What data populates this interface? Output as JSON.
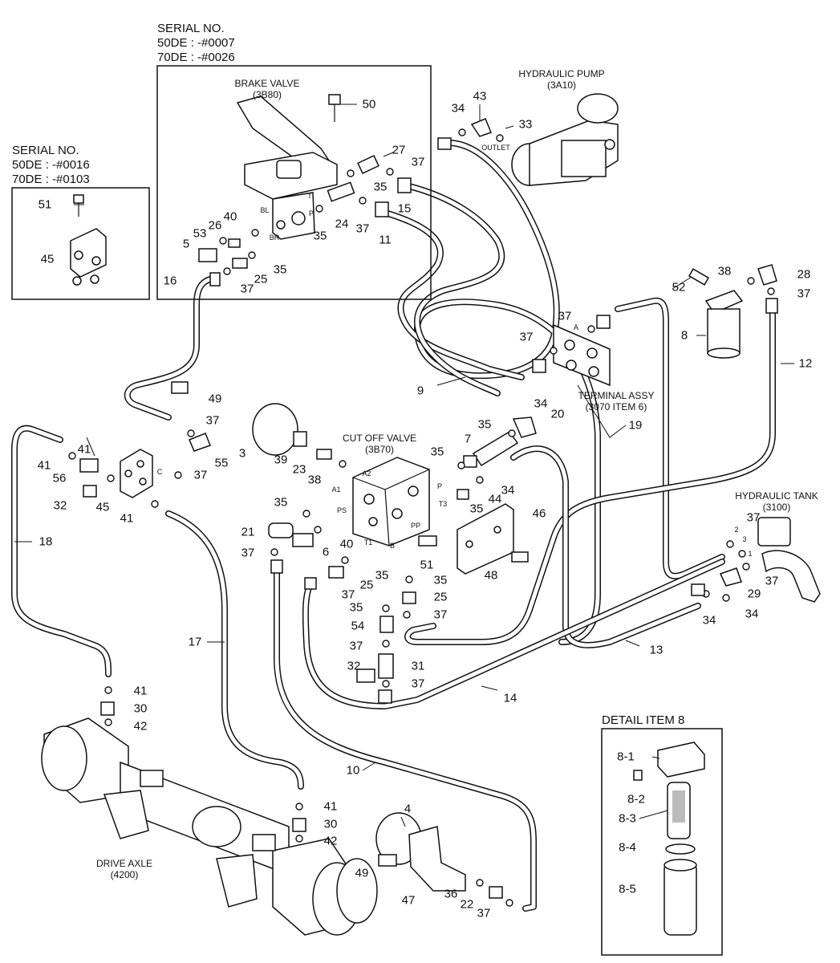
{
  "serial_blocks": {
    "brake": {
      "title": "SERIAL NO.",
      "line1": "50DE : -#0007",
      "line2": "70DE : -#0026"
    },
    "small": {
      "title": "SERIAL NO.",
      "line1": "50DE : -#0016",
      "line2": "70DE : -#0103"
    }
  },
  "labels": {
    "brake_valve": "BRAKE VALVE",
    "brake_valve_code": "(3B80)",
    "hydraulic_pump": "HYDRAULIC PUMP",
    "hydraulic_pump_code": "(3A10)",
    "outlet": "OUTLET",
    "terminal_assy": "TERMINAL ASSY",
    "terminal_assy_code": "(3070 ITEM 6)",
    "cut_off_valve": "CUT OFF VALVE",
    "cut_off_valve_code": "(3B70)",
    "hydraulic_tank": "HYDRAULIC TANK",
    "hydraulic_tank_code": "(3100)",
    "drive_axle": "DRIVE AXLE",
    "drive_axle_code": "(4200)",
    "detail_item": "DETAIL ITEM 8"
  },
  "port_labels": {
    "bl": "BL",
    "br": "BR",
    "t": "T",
    "p": "P",
    "a1": "A1",
    "a2": "A2",
    "ps": "PS",
    "t1": "T1",
    "t3": "T3",
    "pp": "PP",
    "b": "B",
    "p2": "P",
    "c": "C",
    "a": "A",
    "n1": "1",
    "n2": "2",
    "n3": "3"
  },
  "callouts": [
    {
      "id": "c50",
      "text": "50"
    },
    {
      "id": "c27",
      "text": "27"
    },
    {
      "id": "c37a",
      "text": "37"
    },
    {
      "id": "c35a",
      "text": "35"
    },
    {
      "id": "c15",
      "text": "15"
    },
    {
      "id": "c24",
      "text": "24"
    },
    {
      "id": "c37b",
      "text": "37"
    },
    {
      "id": "c11",
      "text": "11"
    },
    {
      "id": "c40a",
      "text": "40"
    },
    {
      "id": "c26",
      "text": "26"
    },
    {
      "id": "c53",
      "text": "53"
    },
    {
      "id": "c5",
      "text": "5"
    },
    {
      "id": "c35b",
      "text": "35"
    },
    {
      "id": "c35c",
      "text": "35"
    },
    {
      "id": "c25a",
      "text": "25"
    },
    {
      "id": "c37c",
      "text": "37"
    },
    {
      "id": "c16",
      "text": "16"
    },
    {
      "id": "c34a",
      "text": "34"
    },
    {
      "id": "c43",
      "text": "43"
    },
    {
      "id": "c33",
      "text": "33"
    },
    {
      "id": "c51a",
      "text": "51"
    },
    {
      "id": "c45a",
      "text": "45"
    },
    {
      "id": "c38a",
      "text": "38"
    },
    {
      "id": "c28",
      "text": "28"
    },
    {
      "id": "c52",
      "text": "52"
    },
    {
      "id": "c37d",
      "text": "37"
    },
    {
      "id": "c8",
      "text": "8"
    },
    {
      "id": "c12",
      "text": "12"
    },
    {
      "id": "c37e",
      "text": "37"
    },
    {
      "id": "c37f",
      "text": "37"
    },
    {
      "id": "c9",
      "text": "9"
    },
    {
      "id": "c34b",
      "text": "34"
    },
    {
      "id": "c20",
      "text": "20"
    },
    {
      "id": "c19",
      "text": "19"
    },
    {
      "id": "c49a",
      "text": "49"
    },
    {
      "id": "c37g",
      "text": "37"
    },
    {
      "id": "c55",
      "text": "55"
    },
    {
      "id": "c37h",
      "text": "37"
    },
    {
      "id": "c41a",
      "text": "41"
    },
    {
      "id": "c41b",
      "text": "41"
    },
    {
      "id": "c56",
      "text": "56"
    },
    {
      "id": "c32a",
      "text": "32"
    },
    {
      "id": "c45b",
      "text": "45"
    },
    {
      "id": "c41c",
      "text": "41"
    },
    {
      "id": "c3",
      "text": "3"
    },
    {
      "id": "c39",
      "text": "39"
    },
    {
      "id": "c23",
      "text": "23"
    },
    {
      "id": "c38b",
      "text": "38"
    },
    {
      "id": "c35d",
      "text": "35"
    },
    {
      "id": "c7",
      "text": "7"
    },
    {
      "id": "c35e",
      "text": "35"
    },
    {
      "id": "c34c",
      "text": "34"
    },
    {
      "id": "c44",
      "text": "44"
    },
    {
      "id": "c35f",
      "text": "35"
    },
    {
      "id": "c46",
      "text": "46"
    },
    {
      "id": "c35g",
      "text": "35"
    },
    {
      "id": "c21",
      "text": "21"
    },
    {
      "id": "c40b",
      "text": "40"
    },
    {
      "id": "c6",
      "text": "6"
    },
    {
      "id": "c37i",
      "text": "37"
    },
    {
      "id": "c51b",
      "text": "51"
    },
    {
      "id": "c48",
      "text": "48"
    },
    {
      "id": "c37j",
      "text": "37"
    },
    {
      "id": "c25b",
      "text": "25"
    },
    {
      "id": "c35h",
      "text": "35"
    },
    {
      "id": "c37k",
      "text": "37"
    },
    {
      "id": "c35i",
      "text": "35"
    },
    {
      "id": "c25c",
      "text": "25"
    },
    {
      "id": "c35j",
      "text": "35"
    },
    {
      "id": "c37l",
      "text": "37"
    },
    {
      "id": "c54",
      "text": "54"
    },
    {
      "id": "c37m",
      "text": "37"
    },
    {
      "id": "c32b",
      "text": "32"
    },
    {
      "id": "c31",
      "text": "31"
    },
    {
      "id": "c37n",
      "text": "37"
    },
    {
      "id": "c18",
      "text": "18"
    },
    {
      "id": "c17",
      "text": "17"
    },
    {
      "id": "c14",
      "text": "14"
    },
    {
      "id": "c13",
      "text": "13"
    },
    {
      "id": "c37o",
      "text": "37"
    },
    {
      "id": "c29",
      "text": "29"
    },
    {
      "id": "c37p",
      "text": "37"
    },
    {
      "id": "c34d",
      "text": "34"
    },
    {
      "id": "c34e",
      "text": "34"
    },
    {
      "id": "c41d",
      "text": "41"
    },
    {
      "id": "c30a",
      "text": "30"
    },
    {
      "id": "c42a",
      "text": "42"
    },
    {
      "id": "c10",
      "text": "10"
    },
    {
      "id": "c41e",
      "text": "41"
    },
    {
      "id": "c30b",
      "text": "30"
    },
    {
      "id": "c42b",
      "text": "42"
    },
    {
      "id": "c4",
      "text": "4"
    },
    {
      "id": "c49b",
      "text": "49"
    },
    {
      "id": "c47",
      "text": "47"
    },
    {
      "id": "c36",
      "text": "36"
    },
    {
      "id": "c22",
      "text": "22"
    },
    {
      "id": "c37q",
      "text": "37"
    },
    {
      "id": "c8_1",
      "text": "8-1"
    },
    {
      "id": "c8_2",
      "text": "8-2"
    },
    {
      "id": "c8_3",
      "text": "8-3"
    },
    {
      "id": "c8_4",
      "text": "8-4"
    },
    {
      "id": "c8_5",
      "text": "8-5"
    }
  ]
}
